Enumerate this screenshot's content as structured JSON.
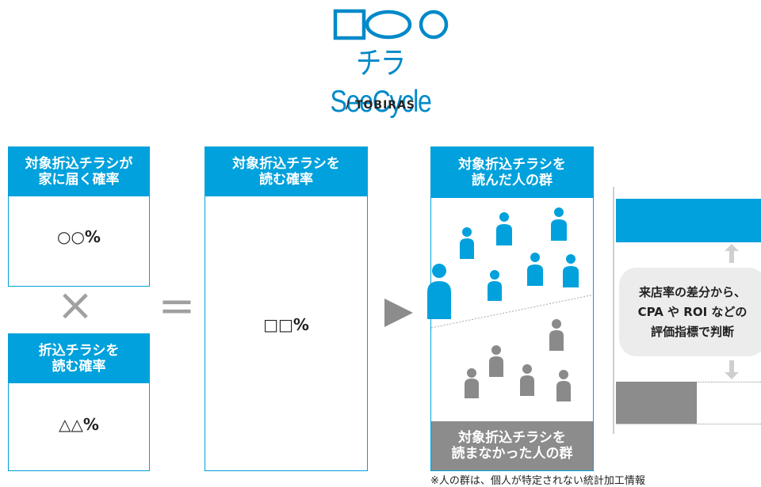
{
  "header": {
    "brand": "チラSeeCycle",
    "sub_brand": "/ TOBIRAS"
  },
  "boxes": {
    "deliver": {
      "title": "対象折込チラシが\n家に届く確率",
      "value_prefix": "○○",
      "value_suffix": "%"
    },
    "read_rate": {
      "title": "折込チラシを\n読む確率",
      "value_prefix": "△△",
      "value_suffix": "%"
    },
    "target_read": {
      "title": "対象折込チラシを\n読む確率",
      "value_prefix": "□□",
      "value_suffix": "%"
    }
  },
  "operators": {
    "multiply": "×",
    "equals": "="
  },
  "groups": {
    "read": {
      "title": "対象折込チラシを\n読んだ人の群"
    },
    "not_read": {
      "title": "対象折込チラシを\n読まなかった人の群"
    }
  },
  "judge_text": "来店率の差分から、\nCPA や ROI などの\n評価指標で判断",
  "note": "※人の群は、個人が特定されない統計加工情報",
  "colors": {
    "accent_blue": "#00a1dc",
    "gray": "#8c8c8c",
    "person_gray": "#8a8a8a"
  }
}
